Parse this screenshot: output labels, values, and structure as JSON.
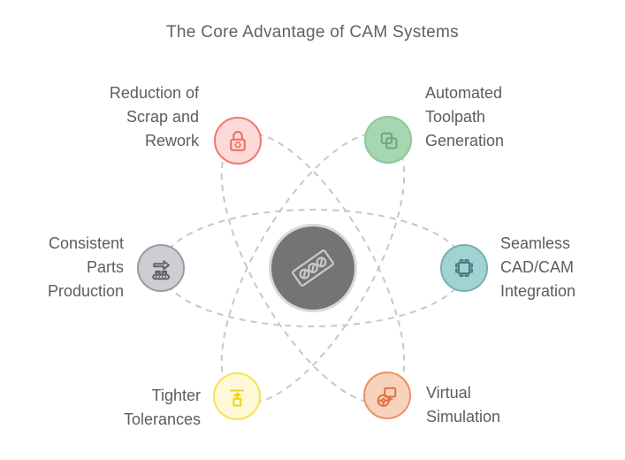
{
  "title": "The Core Advantage of CAM Systems",
  "colors": {
    "background": "#ffffff",
    "title_text": "#5f6164",
    "label_text": "#5b5d60",
    "orbit_dash": "#c7c7c7",
    "center_fill": "#747474",
    "center_ring": "#d8d8d8",
    "center_icon": "#c8c8c8"
  },
  "center": {
    "icon": "power-strip-icon"
  },
  "nodes": [
    {
      "id": "reduction-of-scrap-and-rework",
      "lines": [
        "Reduction of",
        "Scrap and",
        "Rework"
      ],
      "icon": "lock-recycle-icon",
      "fill": "#fbdad7",
      "border": "#f3766d",
      "icon_color": "#ef6a60"
    },
    {
      "id": "automated-toolpath-generation",
      "lines": [
        "Automated",
        "Toolpath",
        "Generation"
      ],
      "icon": "overlapping-squares-icon",
      "fill": "#a7d7b0",
      "border": "#8bc79a",
      "icon_color": "#6fa57e"
    },
    {
      "id": "consistent-parts-production",
      "lines": [
        "Consistent",
        "Parts",
        "Production"
      ],
      "icon": "conveyor-arrow-icon",
      "fill": "#cdced4",
      "border": "#9b9ba1",
      "icon_color": "#626266"
    },
    {
      "id": "seamless-cad-cam-integration",
      "lines": [
        "Seamless",
        "CAD/CAM",
        "Integration"
      ],
      "icon": "chip-frame-icon",
      "fill": "#a3d2d3",
      "border": "#74b0b6",
      "icon_color": "#4c7d83"
    },
    {
      "id": "tighter-tolerances",
      "lines": [
        "Tighter",
        "Tolerances"
      ],
      "icon": "align-top-icon",
      "fill": "#fdf8d8",
      "border": "#f6e44d",
      "icon_color": "#edd60f"
    },
    {
      "id": "virtual-simulation",
      "lines": [
        "Virtual",
        "Simulation"
      ],
      "icon": "simulation-monitor-wheel-icon",
      "fill": "#f8d2bc",
      "border": "#eb9166",
      "icon_color": "#dd7442"
    }
  ]
}
